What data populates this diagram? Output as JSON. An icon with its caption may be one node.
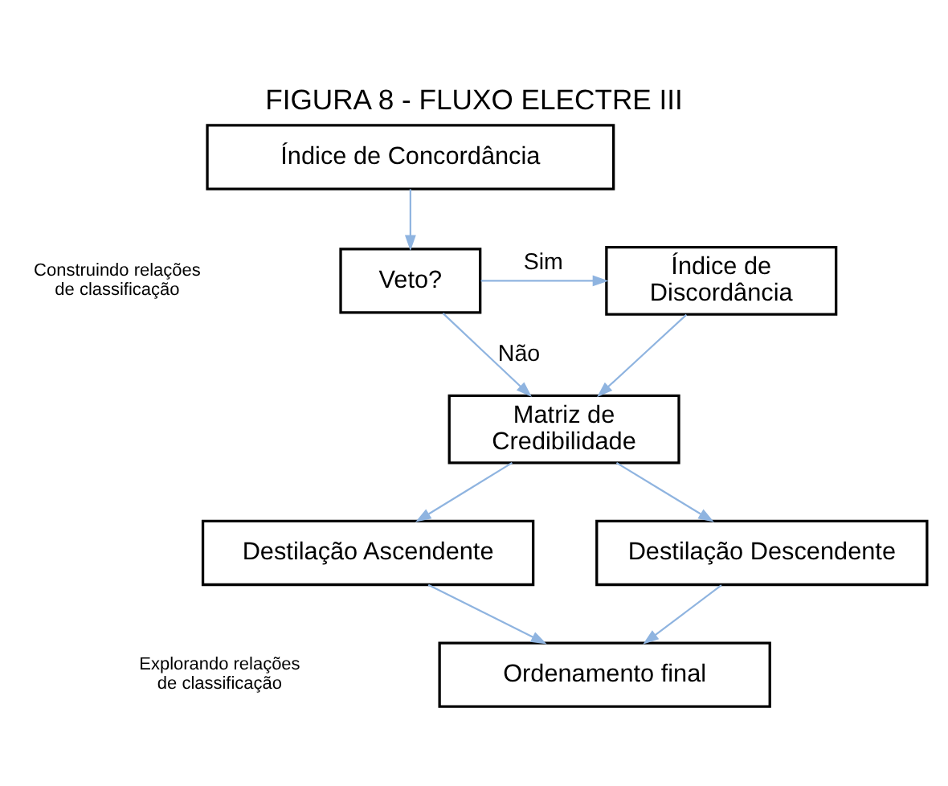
{
  "diagram": {
    "title": "FIGURA 8 - FLUXO ELECTRE III",
    "nodes": [
      {
        "text": [
          "Índice de Concordância"
        ]
      },
      {
        "text": [
          "Veto?"
        ]
      },
      {
        "text": [
          "Índice de Discordância"
        ]
      },
      {
        "text": [
          "Matriz de Credibilidade"
        ]
      },
      {
        "text": [
          "Destilação Ascendente"
        ]
      },
      {
        "text": [
          "Destilação Descendente"
        ]
      },
      {
        "text": [
          "Ordenamento final"
        ]
      }
    ],
    "edges": [
      {
        "from": 0,
        "to": 1,
        "arrow": "to"
      },
      {
        "from": 1,
        "to": 2,
        "arrow": "to",
        "label": "Sim"
      },
      {
        "from": 1,
        "to": 3,
        "arrow": "to",
        "label": "Não"
      },
      {
        "from": 2,
        "to": 3,
        "arrow": "to"
      },
      {
        "from": 3,
        "to": 4,
        "arrow": "to"
      },
      {
        "from": 3,
        "to": 5,
        "arrow": "to"
      },
      {
        "from": 4,
        "to": 6,
        "arrow": "to"
      },
      {
        "from": 5,
        "to": 6,
        "arrow": "to"
      }
    ],
    "labels": [
      "Construindo relações de classificação",
      "Explorando relações de classificação"
    ]
  }
}
